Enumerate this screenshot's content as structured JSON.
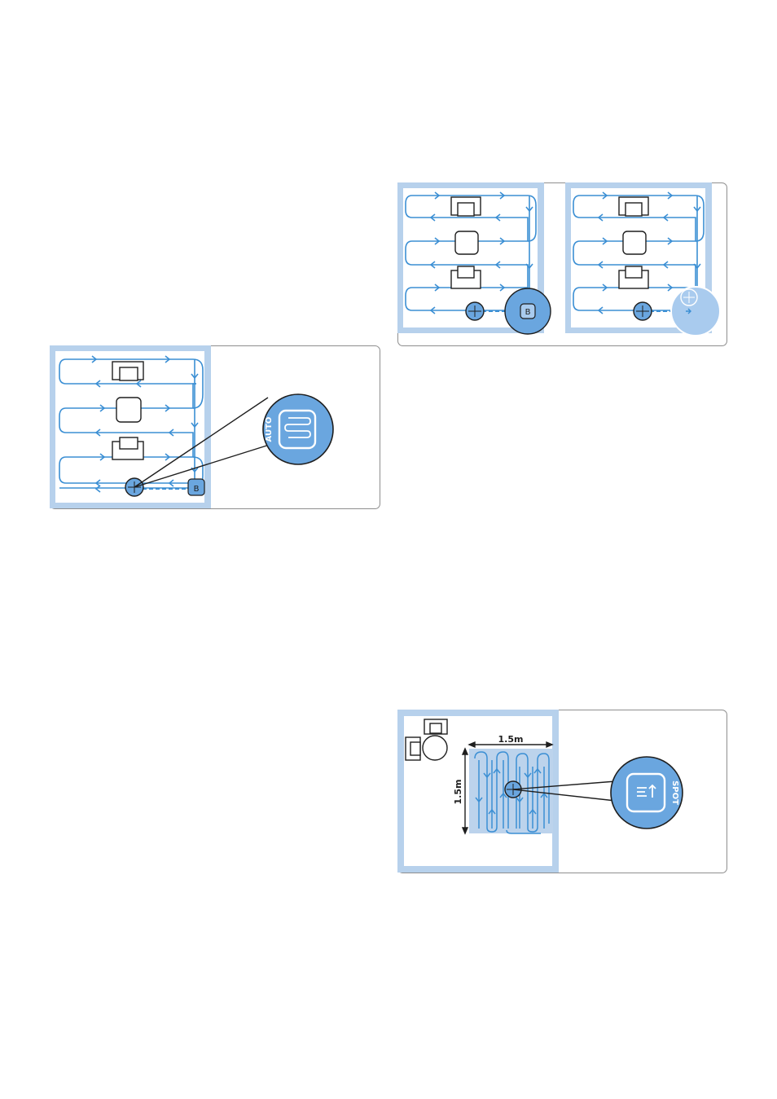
{
  "figures": {
    "auto": {
      "badge_label": "AUTO",
      "icon": "auto-mode-icon"
    },
    "return": {
      "left_dock_label": "B",
      "right_state_icon": "robot-returning-icon"
    },
    "spot": {
      "badge_label": "SPOT",
      "icon": "spot-mode-icon",
      "width_label": "1.5m",
      "height_label": "1.5m"
    }
  },
  "colors": {
    "line": "#3b8fd4",
    "wall": "#b7d1ec",
    "spot_area": "#bcd3ec",
    "zoom_fill": "#6aa6df",
    "zoom_light": "#a9cbee",
    "frame": "#8e8e8e"
  }
}
